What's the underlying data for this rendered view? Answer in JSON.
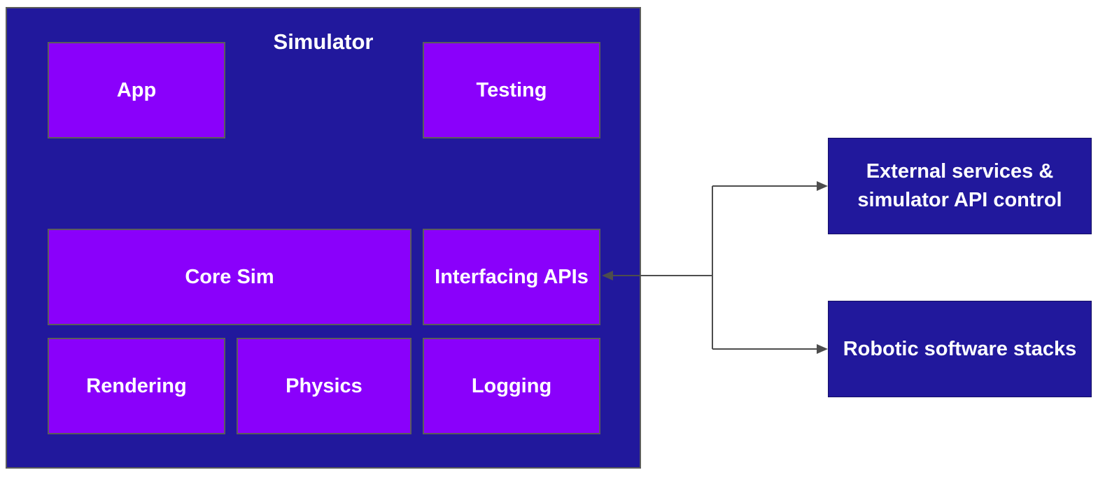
{
  "simulator": {
    "title": "Simulator",
    "modules": [
      {
        "name": "app",
        "label": "App"
      },
      {
        "name": "testing",
        "label": "Testing"
      },
      {
        "name": "core-sim",
        "label": "Core Sim"
      },
      {
        "name": "interfacing-apis",
        "label": "Interfacing APIs"
      },
      {
        "name": "rendering",
        "label": "Rendering"
      },
      {
        "name": "physics",
        "label": "Physics"
      },
      {
        "name": "logging",
        "label": "Logging"
      }
    ]
  },
  "external_boxes": [
    {
      "name": "external-services",
      "label": "External services & simulator API control"
    },
    {
      "name": "robotic-software-stacks",
      "label": "Robotic software stacks"
    }
  ],
  "connections": [
    {
      "from": "branch-junction",
      "to": "interfacing-apis",
      "arrow": "into Interfacing APIs (pointing left)"
    },
    {
      "from": "branch-junction",
      "to": "external-services",
      "arrow": "into External services box (pointing right)"
    },
    {
      "from": "branch-junction",
      "to": "robotic-software-stacks",
      "arrow": "into Robotic software stacks box (pointing right)"
    }
  ],
  "colors": {
    "page-bg": "#ffffff",
    "container-fill": "#21189c",
    "module-fill": "#8a00fb",
    "external-fill": "#21189c",
    "box-border": "#5c5c5c",
    "text-color": "#ffffff",
    "arrow-color": "#4d4d4d"
  }
}
